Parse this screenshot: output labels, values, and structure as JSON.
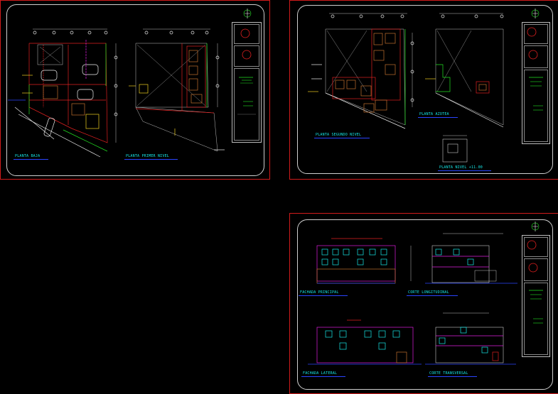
{
  "sheets": [
    {
      "id": "sheet-1",
      "labels": [
        "PLANTA BAJA",
        "PLANTA PRIMER NIVEL"
      ]
    },
    {
      "id": "sheet-2",
      "labels": [
        "PLANTA SEGUNDO NIVEL",
        "PLANTA AZOTEA",
        "PLANTA NIVEL +11.00"
      ]
    },
    {
      "id": "sheet-3",
      "labels": [
        "FACHADA PRINCIPAL",
        "CORTE LONGITUDINAL",
        "FACHADA LATERAL",
        "CORTE TRANSVERSAL"
      ]
    }
  ],
  "colors": {
    "sheet_border": "#d21b1b",
    "inner_border": "#cfcfcf",
    "label_text": "#16e8e8",
    "label_underline": "#2a44ff",
    "walls": "#e02020",
    "dims": "#f0f0f0",
    "accent_green": "#22e322",
    "accent_magenta": "#e01fe0",
    "accent_yellow": "#f0d020",
    "furniture": "#c07030"
  }
}
